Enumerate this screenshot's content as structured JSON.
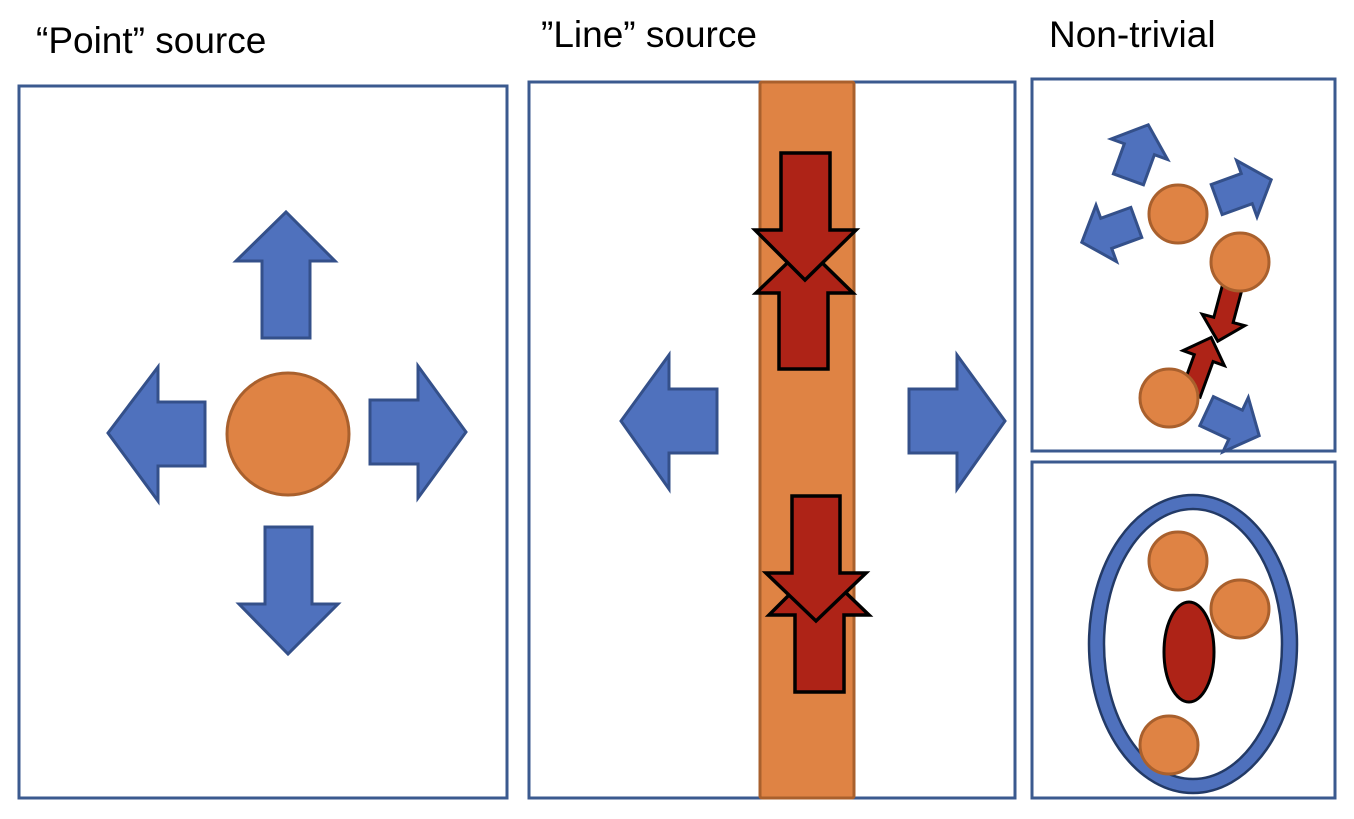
{
  "panels": {
    "point": {
      "title": "“Point” source"
    },
    "line": {
      "title": "”Line” source"
    },
    "nontrivial": {
      "title": "Non-trivial"
    }
  },
  "colors": {
    "frame": "#3b5a8f",
    "blue_arrow_fill": "#4f71bd",
    "blue_arrow_stroke": "#34508a",
    "orange_fill": "#df8344",
    "orange_stroke": "#a9602d",
    "red_fill": "#ae2317",
    "red_stroke": "#000000"
  }
}
